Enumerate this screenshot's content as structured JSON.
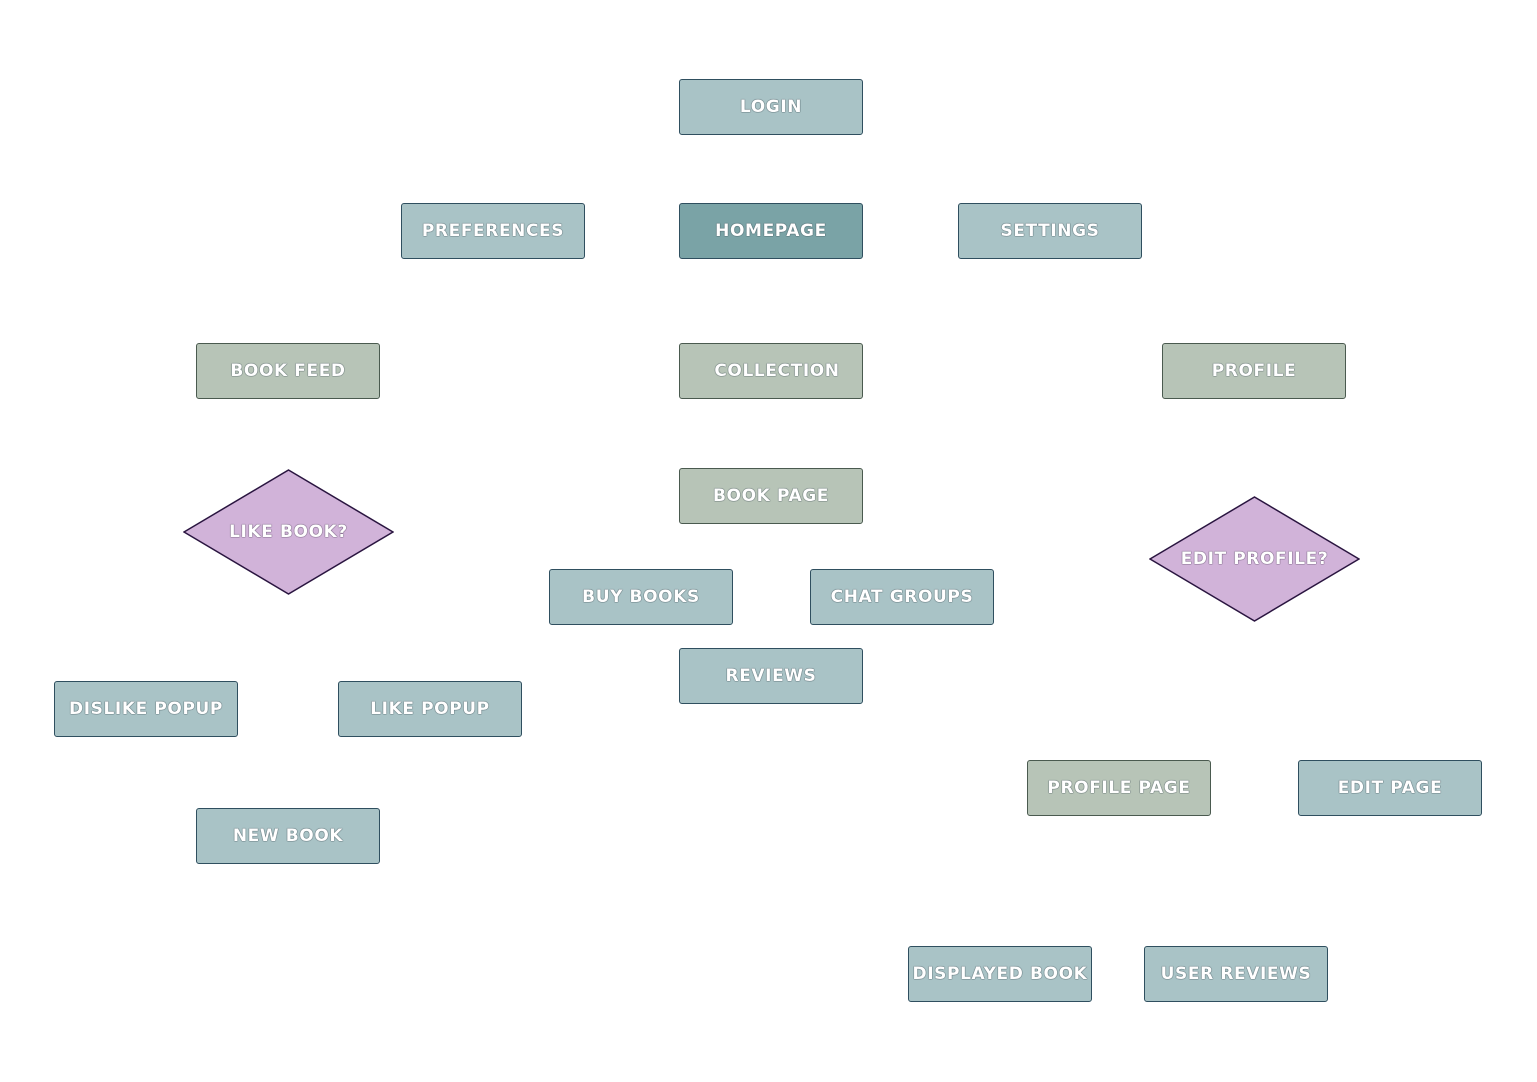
{
  "colors": {
    "node_fill": "#a9c3c6",
    "homepage_fill": "#7aa3a6",
    "section_fill": "#b7c4b7",
    "decision_fill": "#d1b3d9",
    "decision_stroke": "#2a1540",
    "text": "#ffffff"
  },
  "nodes": {
    "login": "LOGIN",
    "preferences": "PREFERENCES",
    "homepage": "HOMEPAGE",
    "settings": "SETTINGS",
    "book_feed": "BOOK FEED",
    "collection": "COLLECTION",
    "profile": "PROFILE",
    "like_book": "LIKE BOOK?",
    "book_page": "BOOK PAGE",
    "edit_profile": "EDIT PROFILE?",
    "buy_books": "BUY BOOKS",
    "chat_groups": "CHAT GROUPS",
    "reviews": "REVIEWS",
    "dislike_popup": "DISLIKE POPUP",
    "like_popup": "LIKE POPUP",
    "profile_page": "PROFILE PAGE",
    "edit_page": "EDIT PAGE",
    "new_book": "NEW BOOK",
    "displayed_book": "DISPLAYED BOOK",
    "user_reviews": "USER REVIEWS"
  }
}
